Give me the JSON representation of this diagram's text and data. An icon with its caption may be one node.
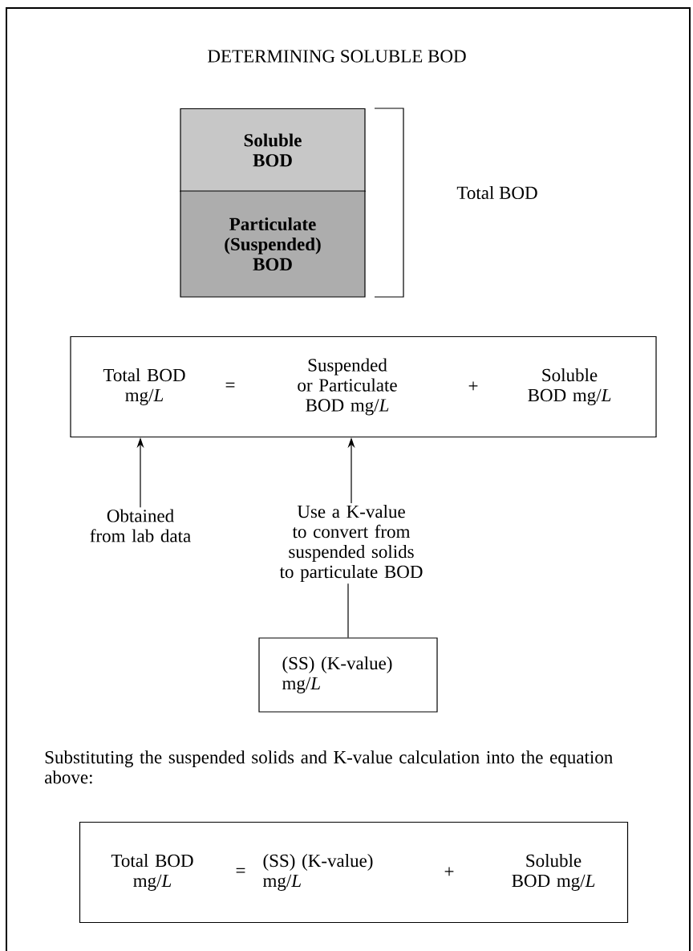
{
  "diagram": {
    "title": "DETERMINING SOLUBLE BOD",
    "nodes": [
      {
        "text": [
          "Soluble BOD"
        ]
      },
      {
        "text": [
          "Particulate (Suspended) BOD"
        ]
      },
      {
        "text": [
          "Total BOD mg/*L*",
          "=",
          "Suspended or Particulate BOD mg/*L*",
          "+",
          "Soluble BOD mg/*L*"
        ]
      },
      {
        "text": [
          "Obtained from lab data"
        ]
      },
      {
        "text": [
          "Use a K-value to convert from suspended solids to particulate BOD"
        ]
      },
      {
        "text": [
          "(SS) (K-value) mg/*L*"
        ]
      },
      {
        "text": [
          "Total BOD mg/*L*",
          "=",
          "(SS) (K-value) mg/*L*",
          "+",
          "Soluble BOD mg/*L*"
        ]
      }
    ],
    "edges": [
      {
        "from": 3,
        "to": 2,
        "arrow": "to"
      },
      {
        "from": 4,
        "to": 2,
        "arrow": "to"
      },
      {
        "from": 5,
        "to": 4,
        "arrow": "none"
      }
    ],
    "labels": [
      "Total BOD",
      "Substituting the suspended solids and K-value calculation into the equation above:"
    ]
  }
}
